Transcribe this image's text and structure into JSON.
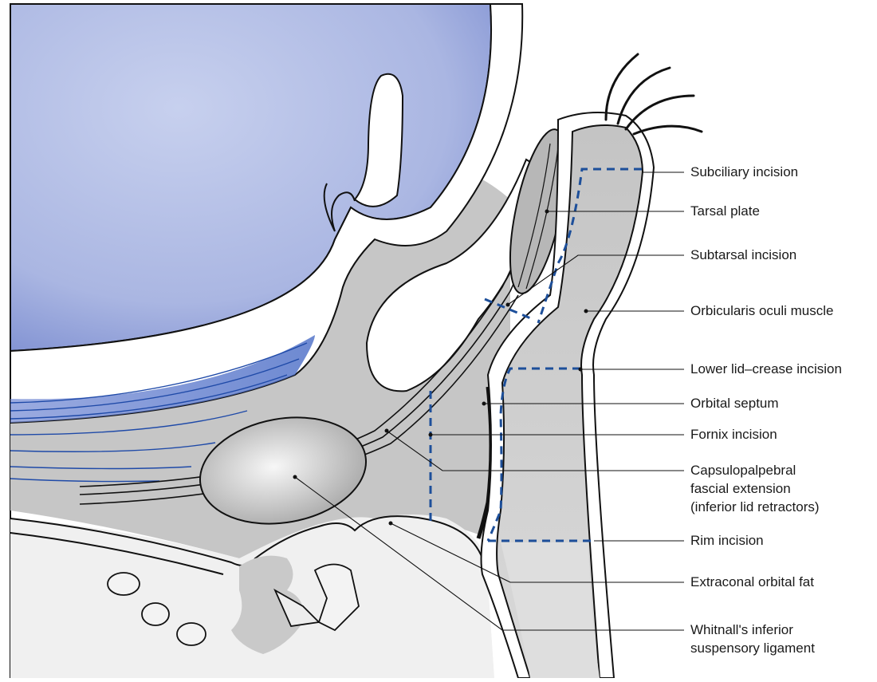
{
  "labels": {
    "subciliary_incision": "Subciliary incision",
    "tarsal_plate": "Tarsal plate",
    "subtarsal_incision": "Subtarsal incision",
    "orbicularis_oculi_muscle": "Orbicularis oculi muscle",
    "lower_lid_crease_incision": "Lower lid–crease incision",
    "orbital_septum": "Orbital septum",
    "fornix_incision": "Fornix incision",
    "capsulopalpebral_line1": "Capsulopalpebral",
    "capsulopalpebral_line2": "fascial extension",
    "capsulopalpebral_line3": "(inferior lid retractors)",
    "rim_incision": "Rim incision",
    "extraconal_orbital_fat": "Extraconal orbital fat",
    "whitnall_line1": "Whitnall's inferior",
    "whitnall_line2": "suspensory ligament"
  },
  "colors": {
    "globe_blue": "#b9c3e6",
    "globe_blue_dark": "#7f8fcf",
    "muscle_blue": "#2f57b8",
    "tissue_gray": "#c9c9c9",
    "light_gray": "#e2e2e2",
    "incision_dash": "#1d4f9a",
    "outline": "#111111"
  }
}
